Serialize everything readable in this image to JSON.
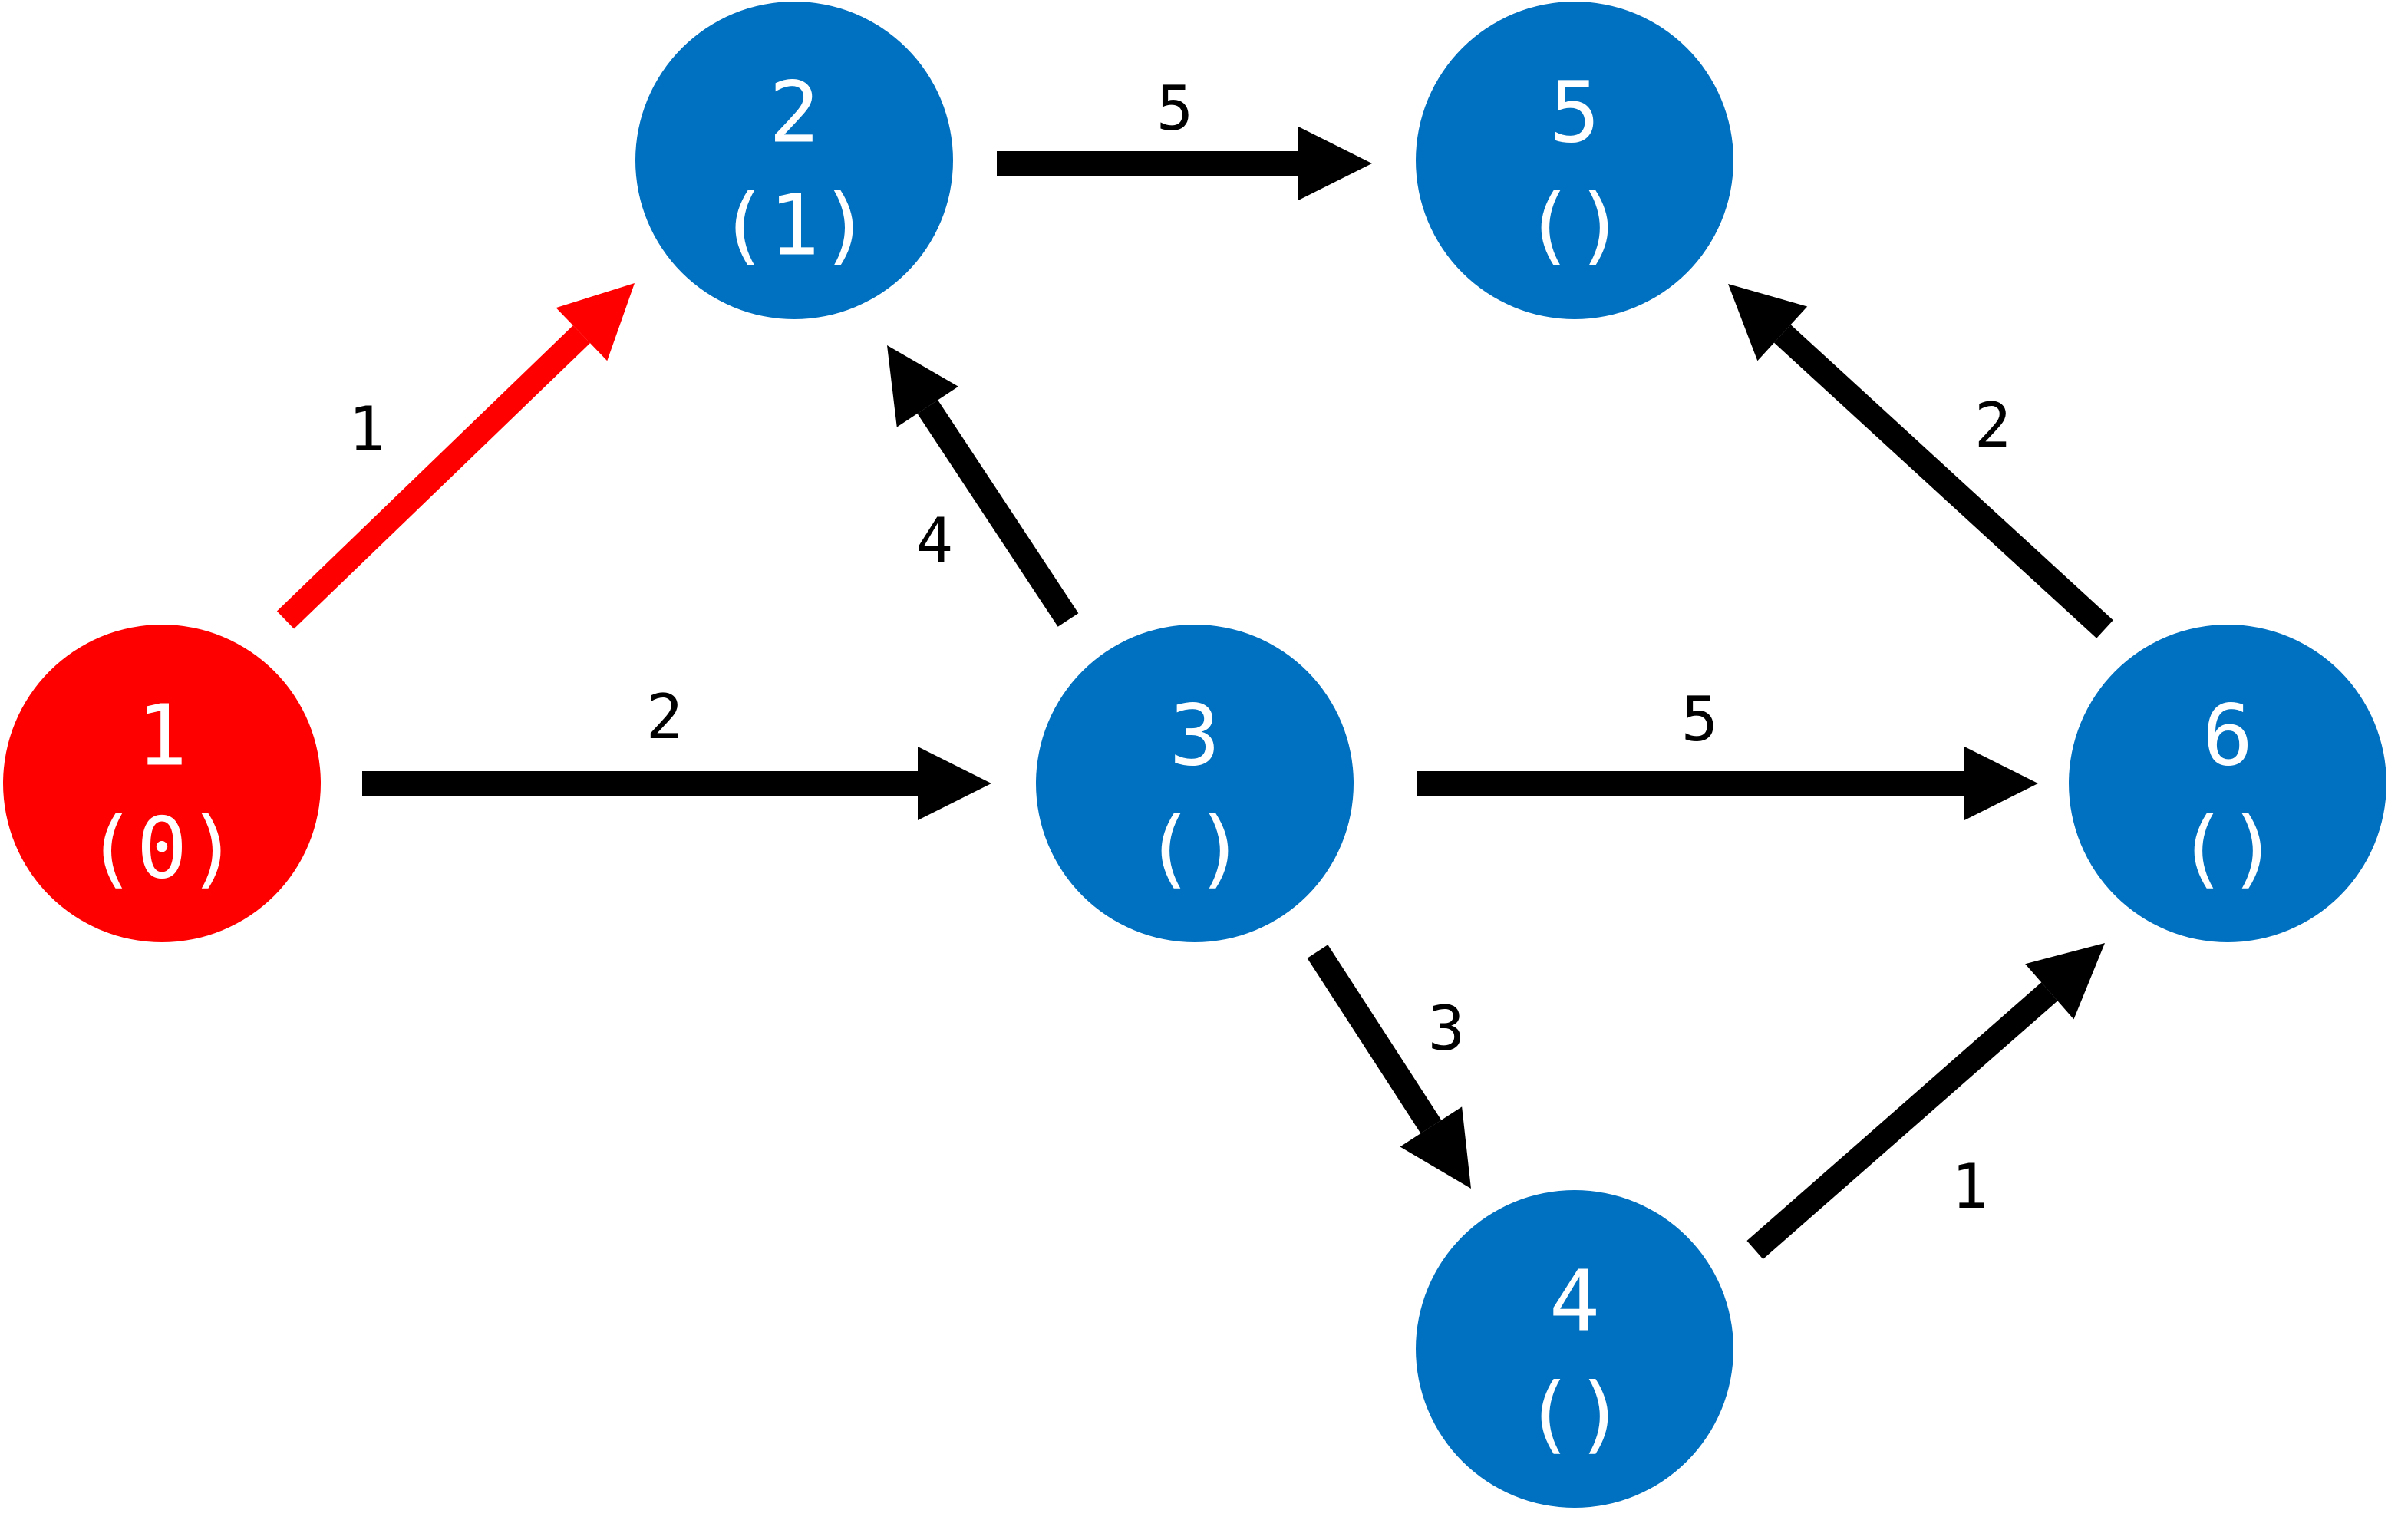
{
  "colors": {
    "visited": "#FF0000",
    "unvisited": "#0070C0",
    "edge_default": "#000000",
    "edge_highlight": "#FF0000",
    "text_on_node": "#FFFFFF"
  },
  "nodes": [
    {
      "id": "1",
      "dist": "(0)",
      "state": "visited"
    },
    {
      "id": "2",
      "dist": "(1)",
      "state": "unvisited"
    },
    {
      "id": "3",
      "dist": "()",
      "state": "unvisited"
    },
    {
      "id": "4",
      "dist": "()",
      "state": "unvisited"
    },
    {
      "id": "5",
      "dist": "()",
      "state": "unvisited"
    },
    {
      "id": "6",
      "dist": "()",
      "state": "unvisited"
    }
  ],
  "edges": [
    {
      "from": "1",
      "to": "2",
      "weight": "1",
      "highlight": true
    },
    {
      "from": "1",
      "to": "3",
      "weight": "2",
      "highlight": false
    },
    {
      "from": "2",
      "to": "5",
      "weight": "5",
      "highlight": false
    },
    {
      "from": "3",
      "to": "2",
      "weight": "4",
      "highlight": false
    },
    {
      "from": "3",
      "to": "6",
      "weight": "5",
      "highlight": false
    },
    {
      "from": "3",
      "to": "4",
      "weight": "3",
      "highlight": false
    },
    {
      "from": "4",
      "to": "6",
      "weight": "1",
      "highlight": false
    },
    {
      "from": "6",
      "to": "5",
      "weight": "2",
      "highlight": false
    }
  ]
}
